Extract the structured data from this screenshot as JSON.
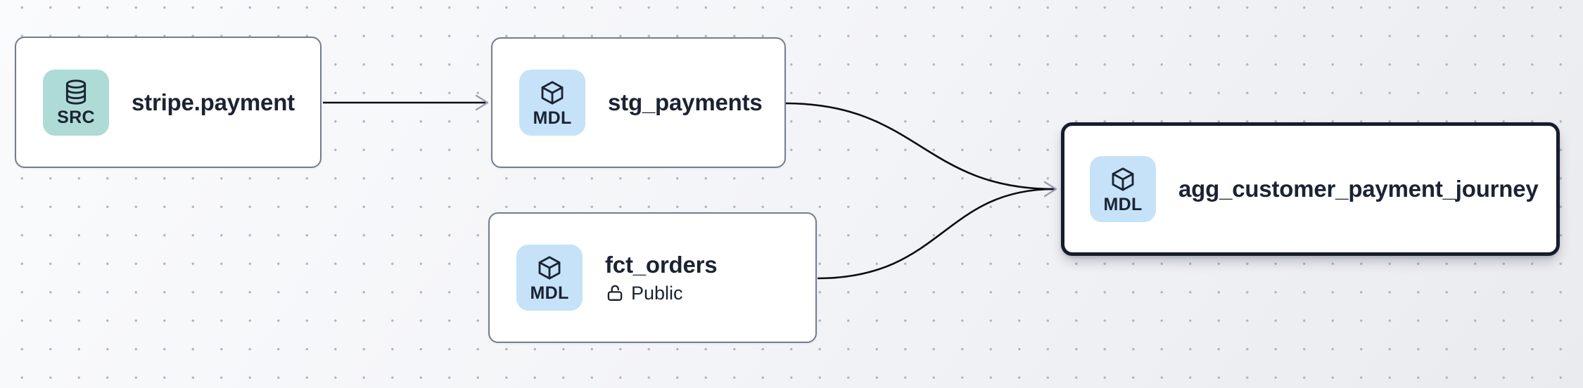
{
  "canvas": {
    "kind": "lineage-graph",
    "background_color": "#f6f7f9",
    "dot_color": "#b2b7c2"
  },
  "nodes": [
    {
      "title": "stripe.payment",
      "badge": "SRC",
      "kind": "source",
      "icon": "database-icon",
      "selected": false
    },
    {
      "title": "stg_payments",
      "badge": "MDL",
      "kind": "model",
      "icon": "cube-icon",
      "selected": false
    },
    {
      "title": "fct_orders",
      "badge": "MDL",
      "kind": "model",
      "icon": "cube-icon",
      "access": "Public",
      "selected": false
    },
    {
      "title": "agg_customer_payment_journey",
      "badge": "MDL",
      "kind": "model",
      "icon": "cube-icon",
      "selected": true
    }
  ],
  "edges": [
    {
      "from": "stripe.payment",
      "to": "stg_payments"
    },
    {
      "from": "stg_payments",
      "to": "agg_customer_payment_journey"
    },
    {
      "from": "fct_orders",
      "to": "agg_customer_payment_journey"
    }
  ],
  "colors": {
    "node_border": "#747d8f",
    "selected_node_border": "#161d2c",
    "src_badge_bg": "#aedbd6",
    "mdl_badge_bg": "#c5e2f8",
    "text": "#1b2333",
    "edge": "#0b0d12",
    "arrowhead": "#98a0ad"
  }
}
